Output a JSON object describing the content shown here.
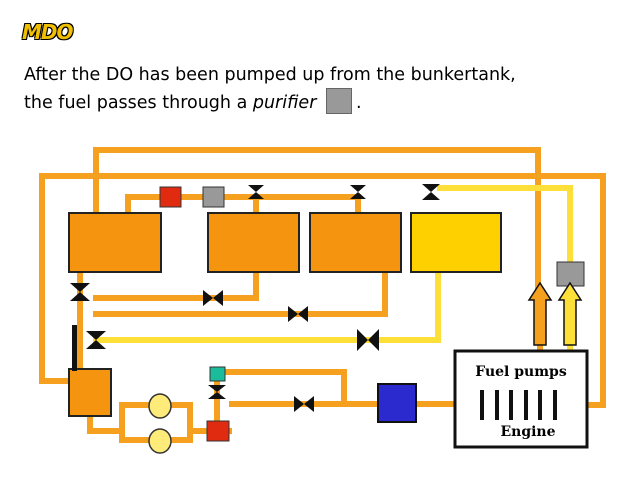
{
  "title": "MDO",
  "intro": {
    "line1": "After the DO has been pumped up from the bunkertank,",
    "line2_prefix": "the fuel passes through a ",
    "purifier_word": "purifier",
    "line2_suffix": "."
  },
  "engine": {
    "fuel_pumps_label": "Fuel pumps",
    "engine_label": "Engine"
  },
  "colors": {
    "pipe_orange": "#F5A01E",
    "pipe_yellow": "#FDDF3A",
    "tank_orange": "#F5950F",
    "tank_yellow": "#FFD000",
    "red_component": "#E02B10",
    "grey_component": "#999999",
    "teal_component": "#1ABC9C",
    "blue_component": "#2A2ACF",
    "purifier_bowl": "#FFEB7A"
  }
}
